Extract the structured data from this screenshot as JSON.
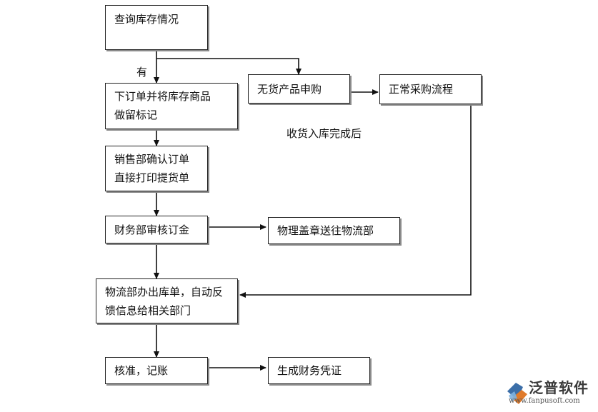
{
  "nodes": {
    "query_stock": "查询库存情况",
    "place_order_line1": "下订单并将库存商品",
    "place_order_line2": "做留标记",
    "sales_confirm_line1": "销售部确认订单",
    "sales_confirm_line2": "直接打印提货单",
    "finance_review": "财务部审核订金",
    "logistics_out_line1": "物流部办出库单，自动反",
    "logistics_out_line2": "馈信息给相关部门",
    "approve_record": "核准，记账",
    "no_stock_request": "无货产品申购",
    "normal_procurement": "正常采购流程",
    "seal_send": "物理盖章送往物流部",
    "generate_voucher": "生成财务凭证"
  },
  "labels": {
    "has_stock": "有",
    "after_receipt": "收货入库完成后"
  },
  "logo": {
    "brand": "泛普软件",
    "url": "www.fanpusoft.com"
  }
}
